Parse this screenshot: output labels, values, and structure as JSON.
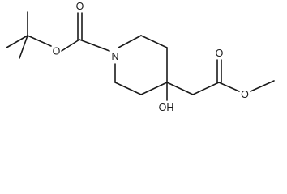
{
  "molecule": {
    "atoms": {
      "ring_nitrogen": "N",
      "carbamate_ester_oxygen": "O",
      "carbamate_carbonyl_oxygen": "O",
      "hydroxyl": "OH",
      "ester_carbonyl_oxygen": "O",
      "ester_methoxy_oxygen": "O"
    }
  }
}
